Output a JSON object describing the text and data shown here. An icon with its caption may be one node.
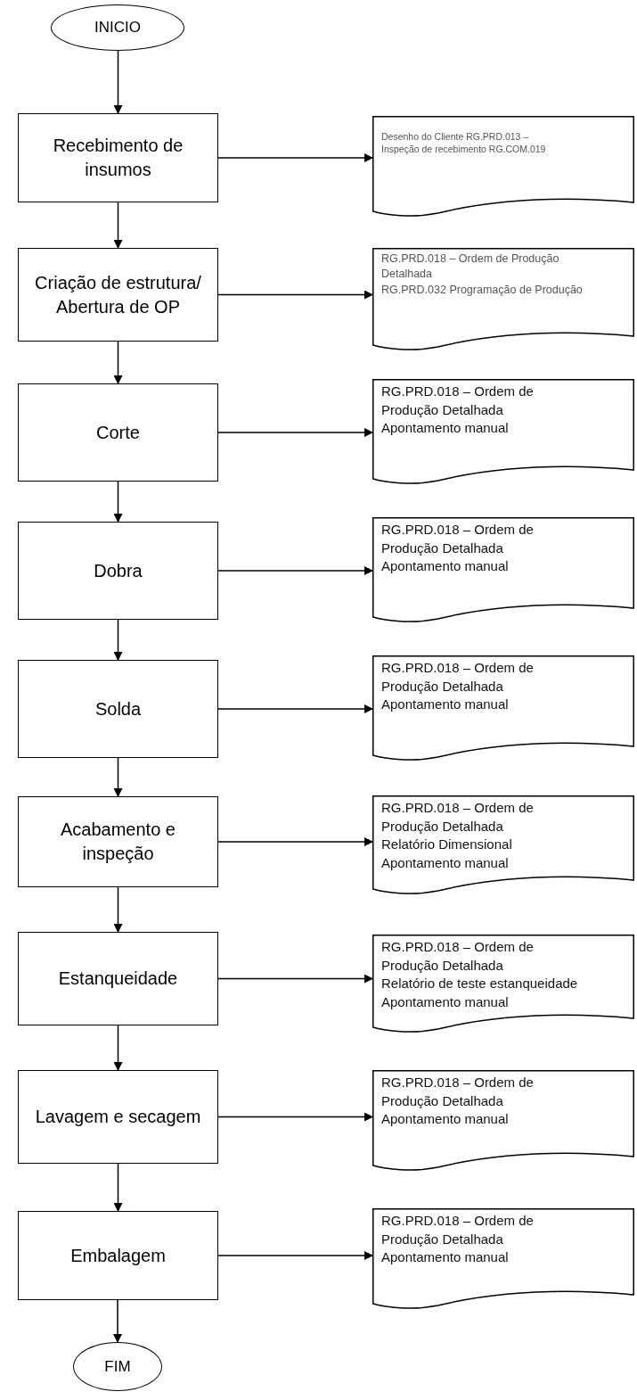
{
  "diagram": {
    "nodes": [
      {
        "text": [
          "INICIO"
        ]
      },
      {
        "text": [
          "Recebimento de insumos"
        ]
      },
      {
        "text": [
          "Desenho do Cliente RG.PRD.013 – Inspeção de recebimento RG.COM.019"
        ]
      },
      {
        "text": [
          "Criação de estrutura/ Abertura de OP"
        ]
      },
      {
        "text": [
          "RG.PRD.018 – Ordem de Produção Detalhada",
          "RG.PRD.032 Programação de Produção"
        ]
      },
      {
        "text": [
          "Corte"
        ]
      },
      {
        "text": [
          "RG.PRD.018 – Ordem de Produção Detalhada",
          "Apontamento manual"
        ]
      },
      {
        "text": [
          "Dobra"
        ]
      },
      {
        "text": [
          "RG.PRD.018 – Ordem de Produção Detalhada",
          "Apontamento manual"
        ]
      },
      {
        "text": [
          "Solda"
        ]
      },
      {
        "text": [
          "RG.PRD.018 – Ordem de Produção Detalhada",
          "Apontamento manual"
        ]
      },
      {
        "text": [
          "Acabamento e inspeção"
        ]
      },
      {
        "text": [
          "RG.PRD.018 – Ordem de Produção Detalhada",
          "Relatório Dimensional",
          "Apontamento manual"
        ]
      },
      {
        "text": [
          "Estanqueidade"
        ]
      },
      {
        "text": [
          "RG.PRD.018 – Ordem de Produção Detalhada",
          "Relatório de teste estanqueidade",
          "Apontamento manual"
        ]
      },
      {
        "text": [
          "Lavagem e secagem"
        ]
      },
      {
        "text": [
          "RG.PRD.018 – Ordem de Produção Detalhada",
          "Apontamento manual"
        ]
      },
      {
        "text": [
          "Embalagem"
        ]
      },
      {
        "text": [
          "RG.PRD.018 – Ordem de Produção Detalhada",
          "Apontamento manual"
        ]
      },
      {
        "text": [
          "FIM"
        ]
      }
    ],
    "edges": [
      {
        "from": 0,
        "to": 1,
        "arrow": "to"
      },
      {
        "from": 1,
        "to": 2,
        "arrow": "to"
      },
      {
        "from": 1,
        "to": 3,
        "arrow": "to"
      },
      {
        "from": 3,
        "to": 4,
        "arrow": "to"
      },
      {
        "from": 3,
        "to": 5,
        "arrow": "to"
      },
      {
        "from": 5,
        "to": 6,
        "arrow": "to"
      },
      {
        "from": 5,
        "to": 7,
        "arrow": "to"
      },
      {
        "from": 7,
        "to": 8,
        "arrow": "to"
      },
      {
        "from": 7,
        "to": 9,
        "arrow": "to"
      },
      {
        "from": 9,
        "to": 10,
        "arrow": "to"
      },
      {
        "from": 9,
        "to": 11,
        "arrow": "to"
      },
      {
        "from": 11,
        "to": 12,
        "arrow": "to"
      },
      {
        "from": 11,
        "to": 13,
        "arrow": "to"
      },
      {
        "from": 13,
        "to": 14,
        "arrow": "to"
      },
      {
        "from": 13,
        "to": 15,
        "arrow": "to"
      },
      {
        "from": 15,
        "to": 16,
        "arrow": "to"
      },
      {
        "from": 15,
        "to": 17,
        "arrow": "to"
      },
      {
        "from": 17,
        "to": 18,
        "arrow": "to"
      },
      {
        "from": 17,
        "to": 19,
        "arrow": "to"
      }
    ]
  }
}
